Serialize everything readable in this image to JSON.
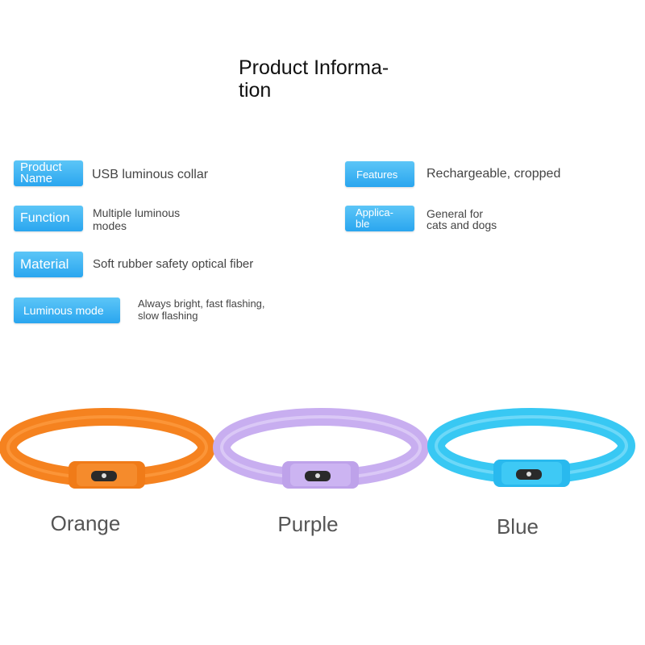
{
  "page": {
    "title": "Product Informa-\ntion"
  },
  "specs": {
    "product_name": {
      "label": "Product\nName",
      "value": "USB luminous collar"
    },
    "function": {
      "label": "Function",
      "value": "Multiple luminous\nmodes"
    },
    "material": {
      "label": "Material",
      "value": "Soft rubber safety optical fiber"
    },
    "luminous_mode": {
      "label": "Luminous mode",
      "value": "Always bright, fast flashing,\nslow flashing"
    },
    "features": {
      "label": "Features",
      "value": "Rechargeable, cropped"
    },
    "applicable": {
      "label": "Applica-\nble",
      "value": "General for\ncats and dogs"
    }
  },
  "colors_shown": [
    {
      "name": "Orange",
      "hex": "#f5821f"
    },
    {
      "name": "Purple",
      "hex": "#c8aef0"
    },
    {
      "name": "Blue",
      "hex": "#38c8f3"
    }
  ],
  "theme": {
    "label_color": "#33aaf0"
  }
}
